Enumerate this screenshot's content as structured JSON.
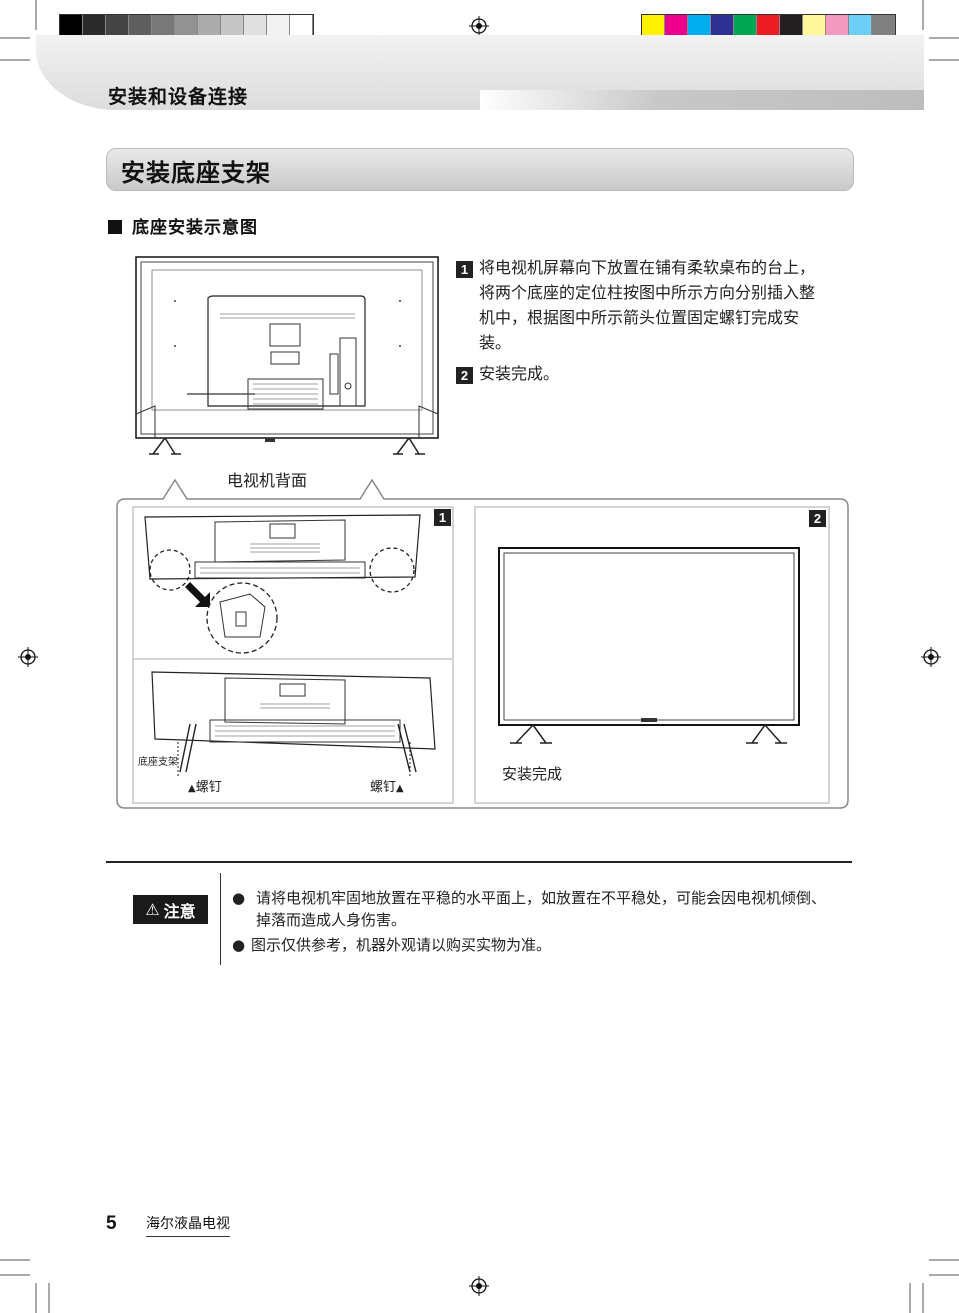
{
  "header": {
    "chapter_title": "安装和设备连接",
    "gray_swatches": [
      "#000000",
      "#2a2a2a",
      "#444444",
      "#5e5e5e",
      "#787878",
      "#929292",
      "#acacac",
      "#c6c6c6",
      "#e0e0e0",
      "#f2f2f2",
      "#ffffff"
    ],
    "color_swatches": [
      "#fff200",
      "#ec008c",
      "#00aeef",
      "#2e3192",
      "#00a651",
      "#ed1c24",
      "#231f20",
      "#fff799",
      "#f49ac1",
      "#6dcff6",
      "#808080"
    ]
  },
  "section": {
    "title": "安装底座支架",
    "subsection_title": "底座安装示意图"
  },
  "steps": [
    {
      "num": "1",
      "lines": [
        "将电视机屏幕向下放置在铺有柔软桌布的台上，",
        "将两个底座的定位柱按图中所示方向分别插入整",
        "机中，根据图中所示箭头位置固定螺钉完成安",
        "装。"
      ]
    },
    {
      "num": "2",
      "lines": [
        "安装完成。"
      ]
    }
  ],
  "figure": {
    "tv_back_caption": "电视机背面",
    "panel1_badge": "1",
    "panel2_badge": "2",
    "base_label": "底座支架",
    "screw_left": "螺钉",
    "screw_right": "螺钉",
    "done_caption": "安装完成"
  },
  "caution": {
    "label": "注意",
    "bullets": [
      [
        "请将电视机牢固地放置在平稳的水平面上，如放置在不平稳处，可能会因电视机倾倒、",
        "掉落而造成人身伤害。"
      ],
      [
        "图示仅供参考，机器外观请以购买实物为准。"
      ]
    ]
  },
  "footer": {
    "page_number": "5",
    "brand_text": "海尔液晶电视"
  }
}
